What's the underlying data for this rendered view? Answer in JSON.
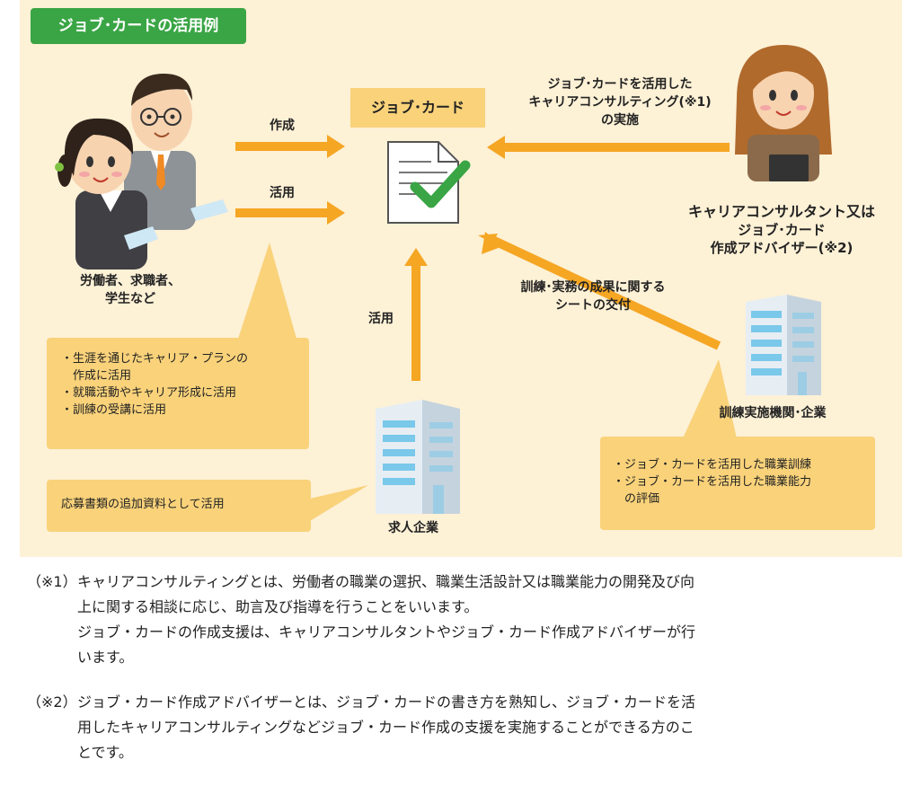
{
  "diagram": {
    "title": "ジョブ･カードの活用例",
    "card_label": "ジョブ･カード",
    "workers_label": [
      "労働者、求職者、",
      "学生など"
    ],
    "arrow_create": "作成",
    "arrow_use_top": "活用",
    "arrow_use_company": "活用",
    "consultant_arrow_label": [
      "ジョブ･カードを活用した",
      "キャリアコンサルティング(※1)",
      "の実施"
    ],
    "consultant_label": [
      "キャリアコンサルタント又は",
      "ジョブ･カード",
      "作成アドバイザー(※2)"
    ],
    "training_arrow_label": [
      "訓練･実務の成果に関する",
      "シートの交付"
    ],
    "training_org_label": "訓練実施機関･企業",
    "company_label": "求人企業",
    "worker_notes": [
      "・生涯を通じたキャリア・プランの",
      "　作成に活用",
      "・就職活動やキャリア形成に活用",
      "・訓練の受講に活用"
    ],
    "company_note": "応募書類の追加資料として活用",
    "training_notes": [
      "・ジョブ・カードを活用した職業訓練",
      "・ジョブ・カードを活用した職業能力",
      "　の評価"
    ],
    "colors": {
      "panel": "#fdf1d6",
      "badge": "#3aa545",
      "arrow": "#f5a623",
      "note": "#f9d27a",
      "check": "#3aa545"
    }
  },
  "footnotes": [
    {
      "mark": "（※1）",
      "lines": [
        "キャリアコンサルティングとは、労働者の職業の選択、職業生活設計又は職業能力の開発及び向",
        "上に関する相談に応じ、助言及び指導を行うことをいいます。",
        "ジョブ・カードの作成支援は、キャリアコンサルタントやジョブ・カード作成アドバイザーが行",
        "います。"
      ]
    },
    {
      "mark": "（※2）",
      "lines": [
        "ジョブ・カード作成アドバイザーとは、ジョブ・カードの書き方を熟知し、ジョブ・カードを活",
        "用したキャリアコンサルティングなどジョブ・カード作成の支援を実施することができる方のこ",
        "とです。"
      ]
    }
  ]
}
